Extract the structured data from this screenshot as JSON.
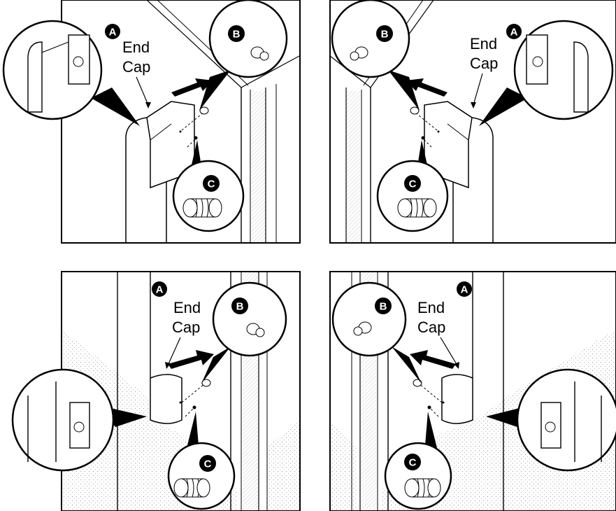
{
  "panels": [
    {
      "callout_a": "A",
      "callout_b": "B",
      "callout_c": "C",
      "end_cap_line1": "End",
      "end_cap_line2": "Cap"
    },
    {
      "callout_a": "A",
      "callout_b": "B",
      "callout_c": "C",
      "end_cap_line1": "End",
      "end_cap_line2": "Cap"
    },
    {
      "callout_a": "A",
      "callout_b": "B",
      "callout_c": "C",
      "end_cap_line1": "End",
      "end_cap_line2": "Cap"
    },
    {
      "callout_a": "A",
      "callout_b": "B",
      "callout_c": "C",
      "end_cap_line1": "End",
      "end_cap_line2": "Cap"
    }
  ]
}
